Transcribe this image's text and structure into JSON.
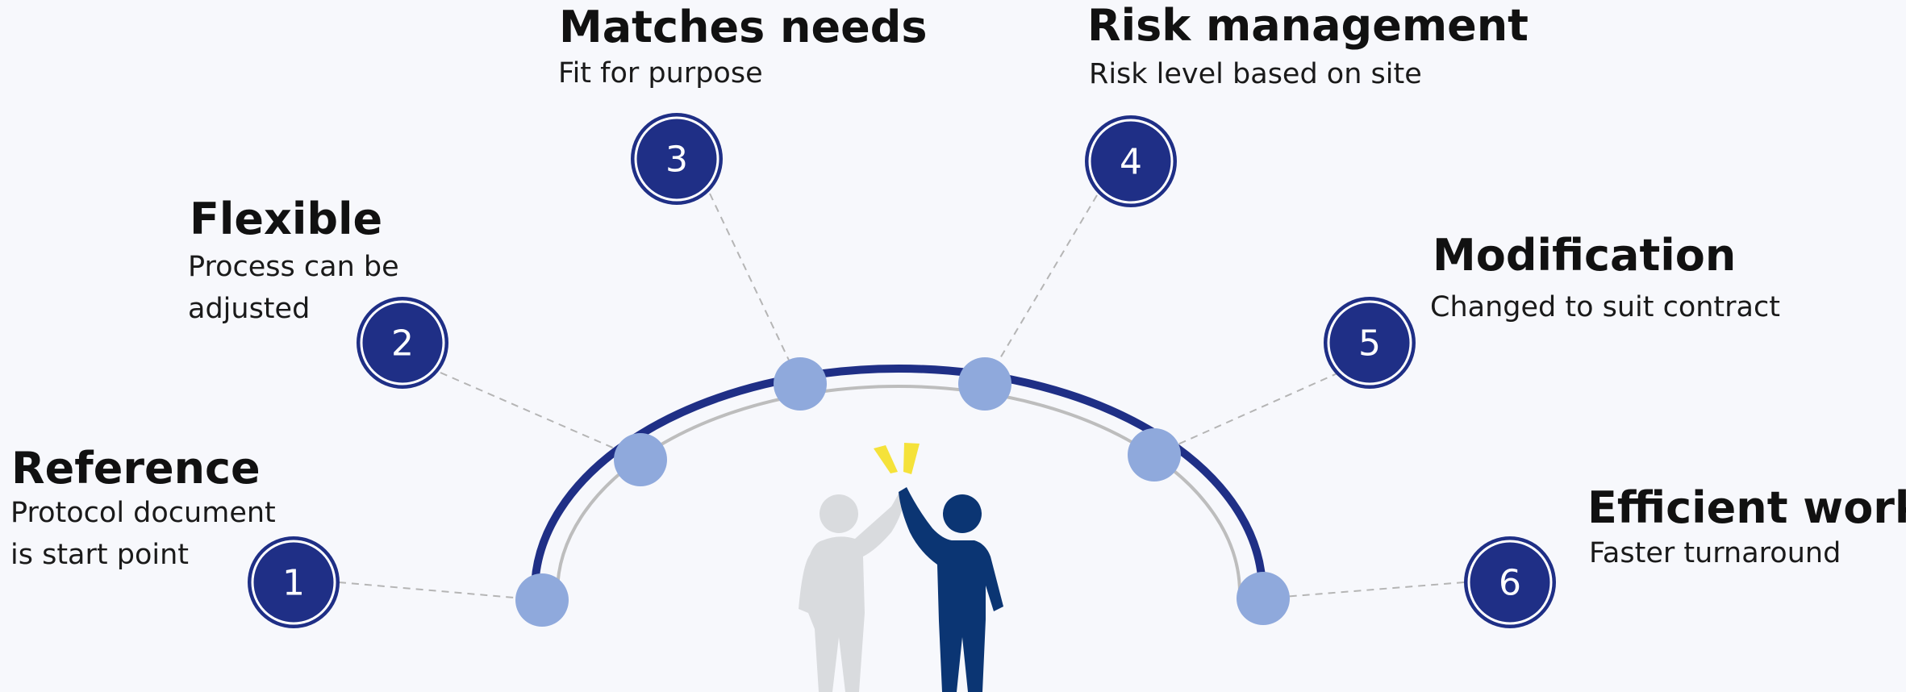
{
  "colors": {
    "background": "#f7f8fc",
    "arc_dark": "#1f2f86",
    "arc_light": "#bdbdbd",
    "node_fill": "#8fa9dc",
    "badge_fill": "#1f2f86",
    "connector": "#b5b5b5",
    "person_left": "#d9dbde",
    "person_right": "#0b3573",
    "spark": "#f5e23a"
  },
  "steps": [
    {
      "number": "1",
      "title": "Reference",
      "description": "Protocol document is start point"
    },
    {
      "number": "2",
      "title": "Flexible",
      "description": "Process can be adjusted"
    },
    {
      "number": "3",
      "title": "Matches needs",
      "description": "Fit for purpose"
    },
    {
      "number": "4",
      "title": "Risk management",
      "description": "Risk level based on site"
    },
    {
      "number": "5",
      "title": "Modification",
      "description": "Changed to suit contract"
    },
    {
      "number": "6",
      "title": "Efficient work",
      "description": "Faster turnaround"
    }
  ],
  "illustration": {
    "icon": "high-five-icon"
  }
}
